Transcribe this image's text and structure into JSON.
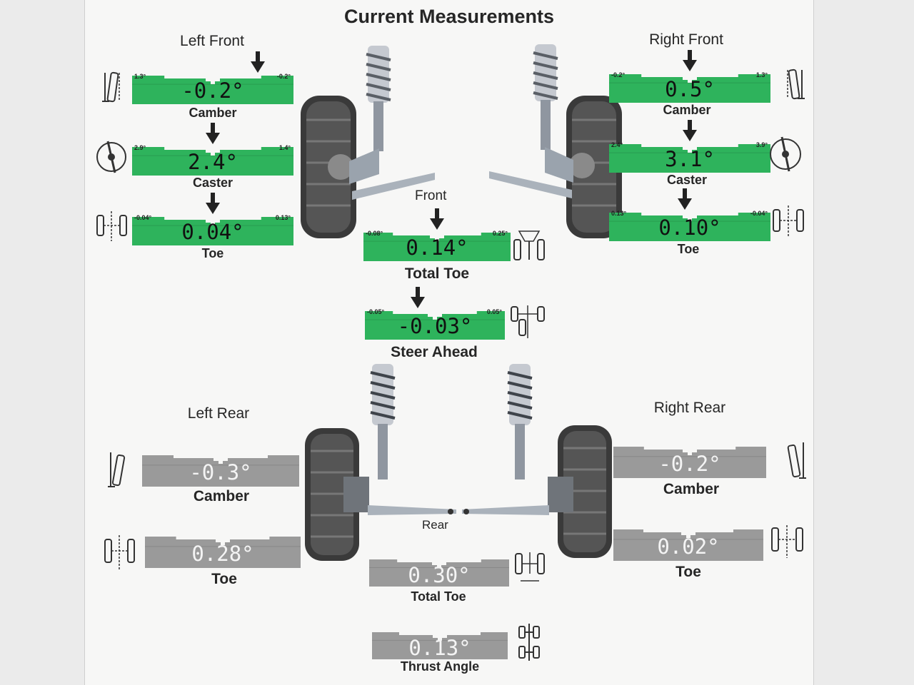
{
  "title": "Current Measurements",
  "colors": {
    "in_spec": "#2eb35c",
    "not_adjustable": "#9a9a9a",
    "text": "#262626"
  },
  "headers": {
    "left_front": "Left Front",
    "right_front": "Right Front",
    "left_rear": "Left Rear",
    "right_rear": "Right Rear",
    "front": "Front",
    "rear": "Rear"
  },
  "left_front": {
    "camber": {
      "value": "-0.2°",
      "min": "1.3°",
      "max": "-0.2°",
      "label": "Camber",
      "pointer": 0.78,
      "icon": "camber-icon"
    },
    "caster": {
      "value": "2.4°",
      "min": "2.9°",
      "max": "1.4°",
      "label": "Caster",
      "pointer": 0.5,
      "icon": "caster-icon"
    },
    "toe": {
      "value": "0.04°",
      "min": "-0.04°",
      "max": "0.13°",
      "label": "Toe",
      "pointer": 0.5,
      "icon": "toe-icon"
    }
  },
  "right_front": {
    "camber": {
      "value": "0.5°",
      "min": "-0.2°",
      "max": "1.3°",
      "label": "Camber",
      "pointer": 0.5,
      "icon": "camber-icon"
    },
    "caster": {
      "value": "3.1°",
      "min": "2.4°",
      "max": "3.9°",
      "label": "Caster",
      "pointer": 0.5,
      "icon": "caster-icon"
    },
    "toe": {
      "value": "0.10°",
      "min": "0.13°",
      "max": "-0.04°",
      "label": "Toe",
      "pointer": 0.47,
      "icon": "toe-icon"
    }
  },
  "front_total_toe": {
    "value": "0.14°",
    "min": "-0.08°",
    "max": "0.25°",
    "label": "Total Toe",
    "pointer": 0.5,
    "icon": "total-toe-icon"
  },
  "steer_ahead": {
    "value": "-0.03°",
    "min": "-0.05°",
    "max": "0.05°",
    "label": "Steer Ahead",
    "pointer": 0.38,
    "icon": "steer-ahead-icon"
  },
  "left_rear": {
    "camber": {
      "value": "-0.3°",
      "label": "Camber",
      "icon": "camber-icon"
    },
    "toe": {
      "value": "0.28°",
      "label": "Toe",
      "icon": "toe-icon"
    }
  },
  "right_rear": {
    "camber": {
      "value": "-0.2°",
      "label": "Camber",
      "icon": "camber-icon"
    },
    "toe": {
      "value": "0.02°",
      "label": "Toe",
      "icon": "toe-icon"
    }
  },
  "rear_total_toe": {
    "value": "0.30°",
    "label": "Total Toe",
    "icon": "total-toe-icon"
  },
  "thrust_angle": {
    "value": "0.13°",
    "label": "Thrust Angle",
    "icon": "thrust-angle-icon"
  }
}
